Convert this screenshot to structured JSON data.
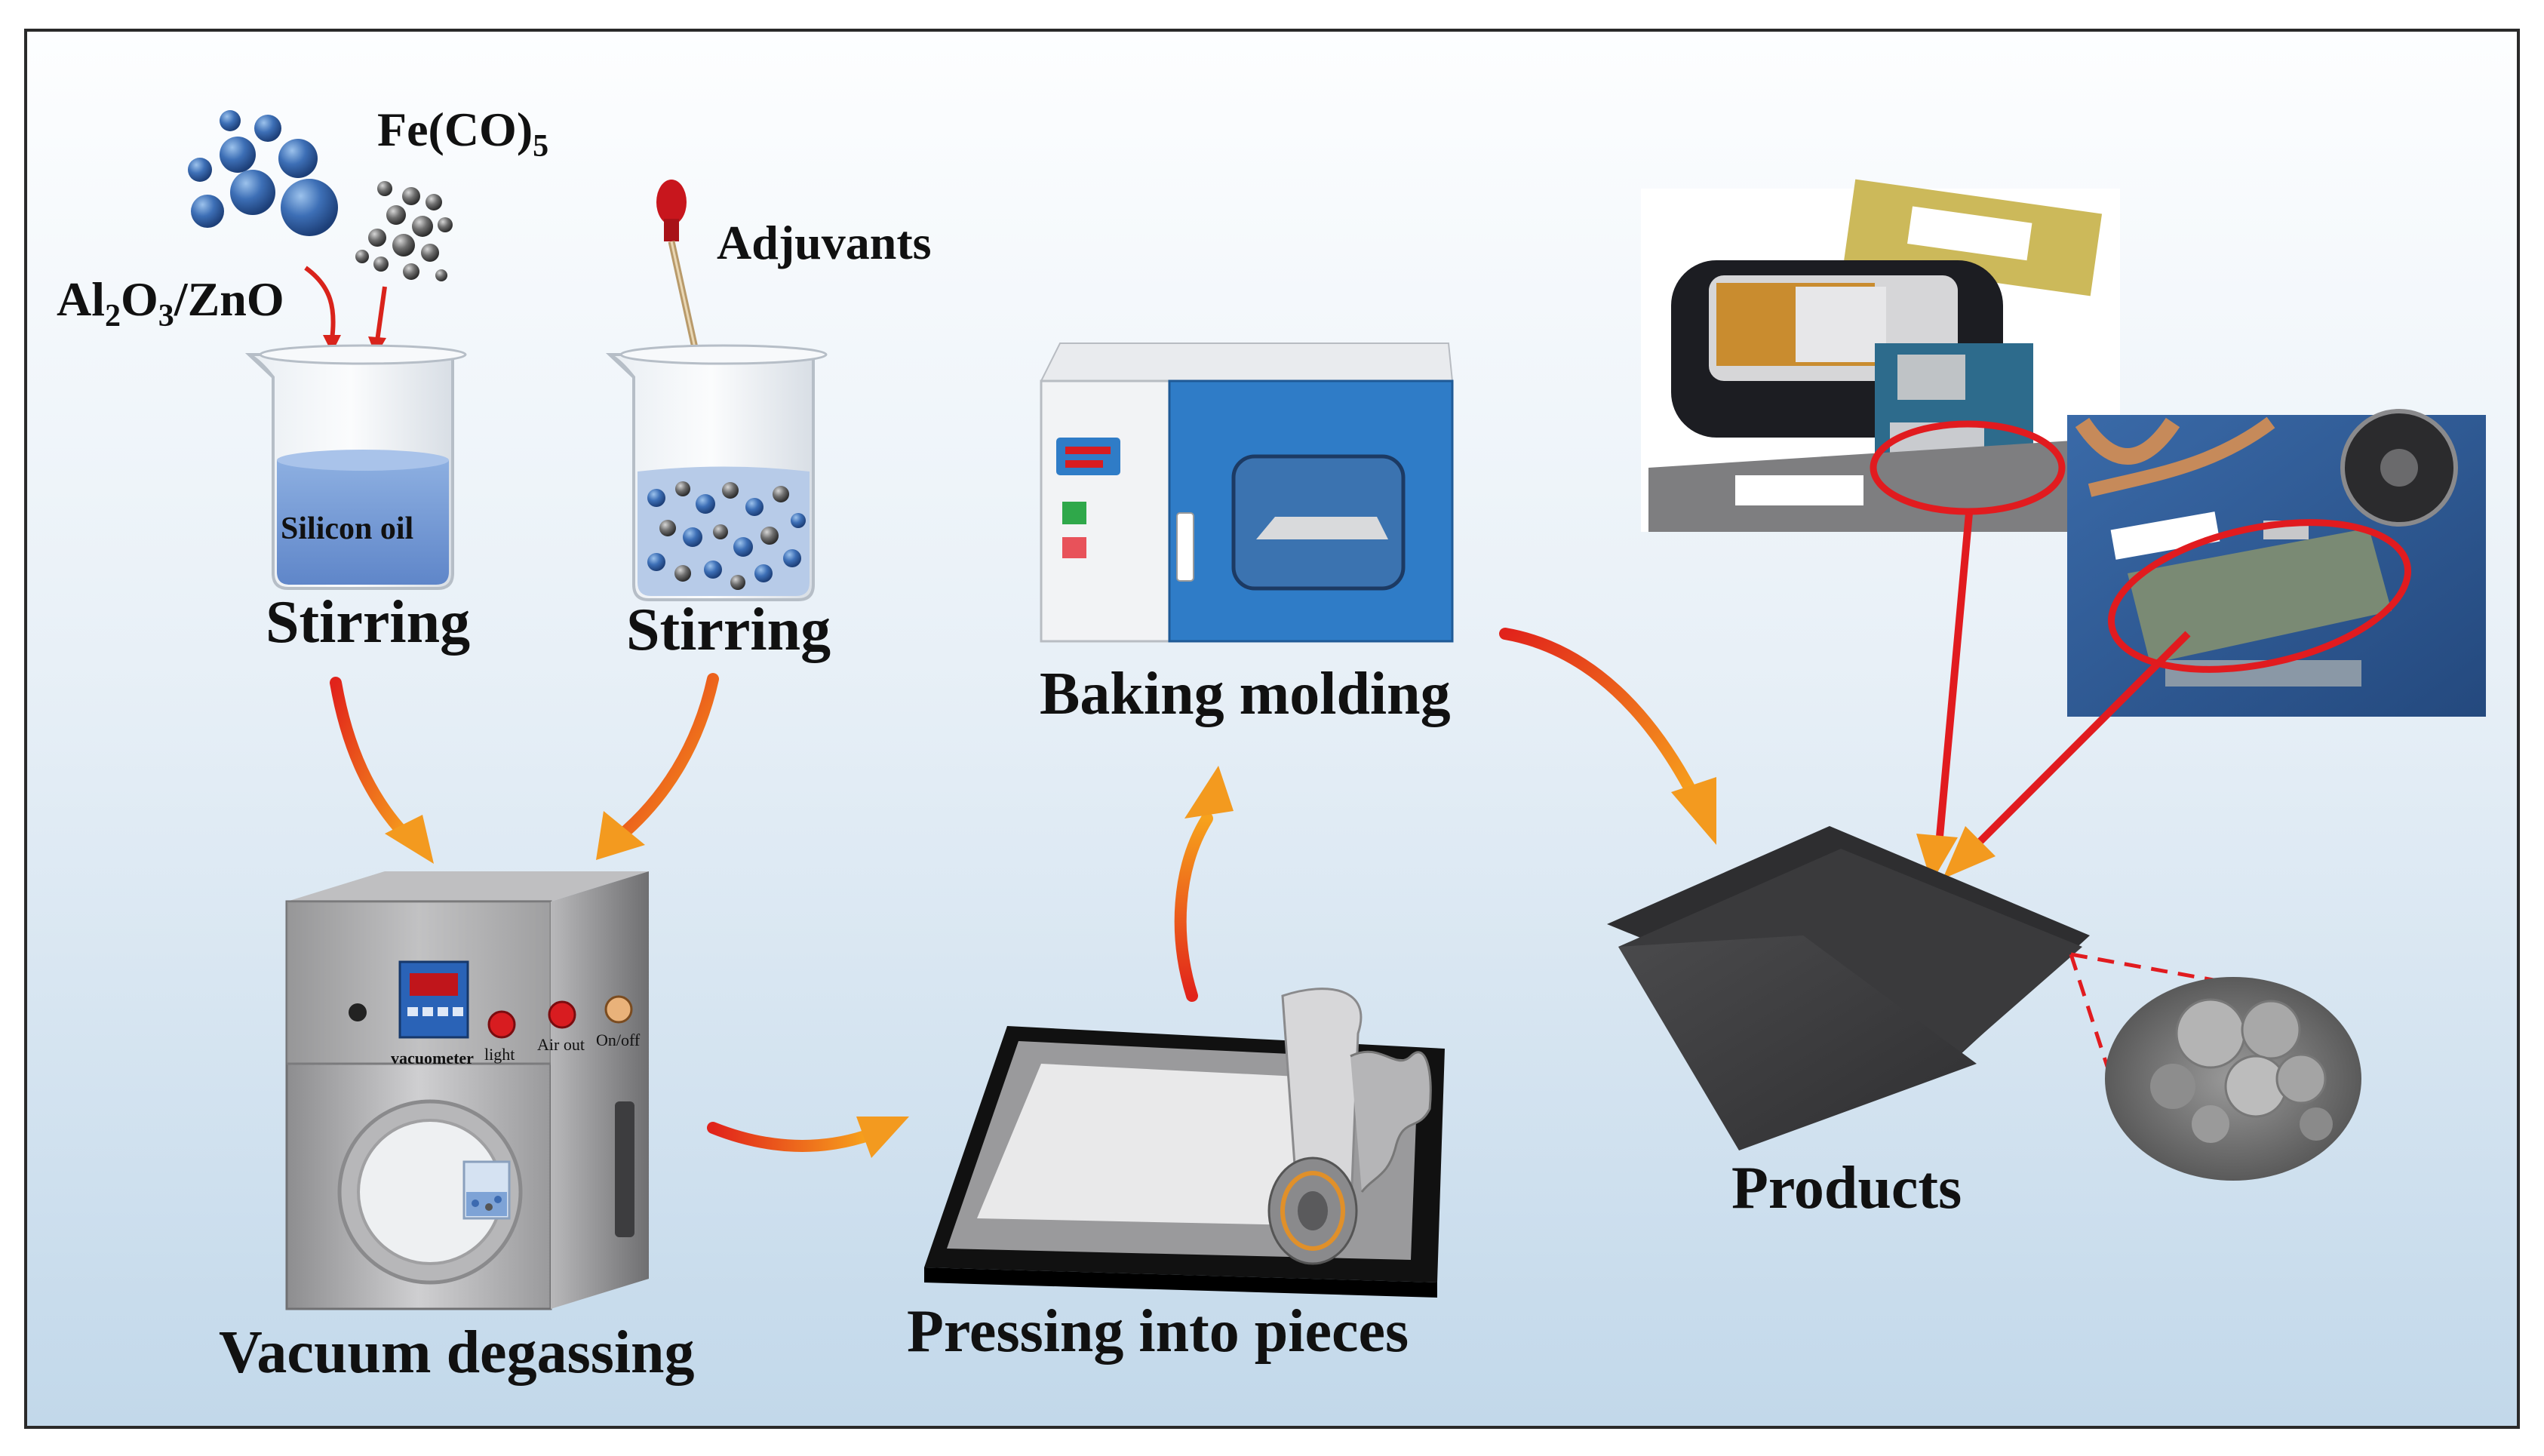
{
  "labels": {
    "fe_co5": "Fe(CO)",
    "fe_co5_sub": "5",
    "adjuvants": "Adjuvants",
    "al2o3_zno_a": "Al",
    "al2o3_zno_sub1": "2",
    "al2o3_zno_b": "O",
    "al2o3_zno_sub2": "3",
    "al2o3_zno_c": "/ZnO",
    "silicon_oil": "Silicon oil",
    "stirring_1": "Stirring",
    "stirring_2": "Stirring",
    "baking_molding": "Baking molding",
    "vacuum_degassing": "Vacuum degassing",
    "pressing_into_pieces": "Pressing into pieces",
    "products": "Products"
  },
  "machine": {
    "vacuometer": "vacuometer",
    "light": "light",
    "air_out": "Air out",
    "on_off": "On/off"
  },
  "colors": {
    "background_top": "#ffffff",
    "background_bottom": "#c3d9ea",
    "arrow_start": "#e1231b",
    "arrow_end": "#f6a21d",
    "oven_blue": "#2f7cc7",
    "sheet_dark": "#3d3d3f"
  }
}
